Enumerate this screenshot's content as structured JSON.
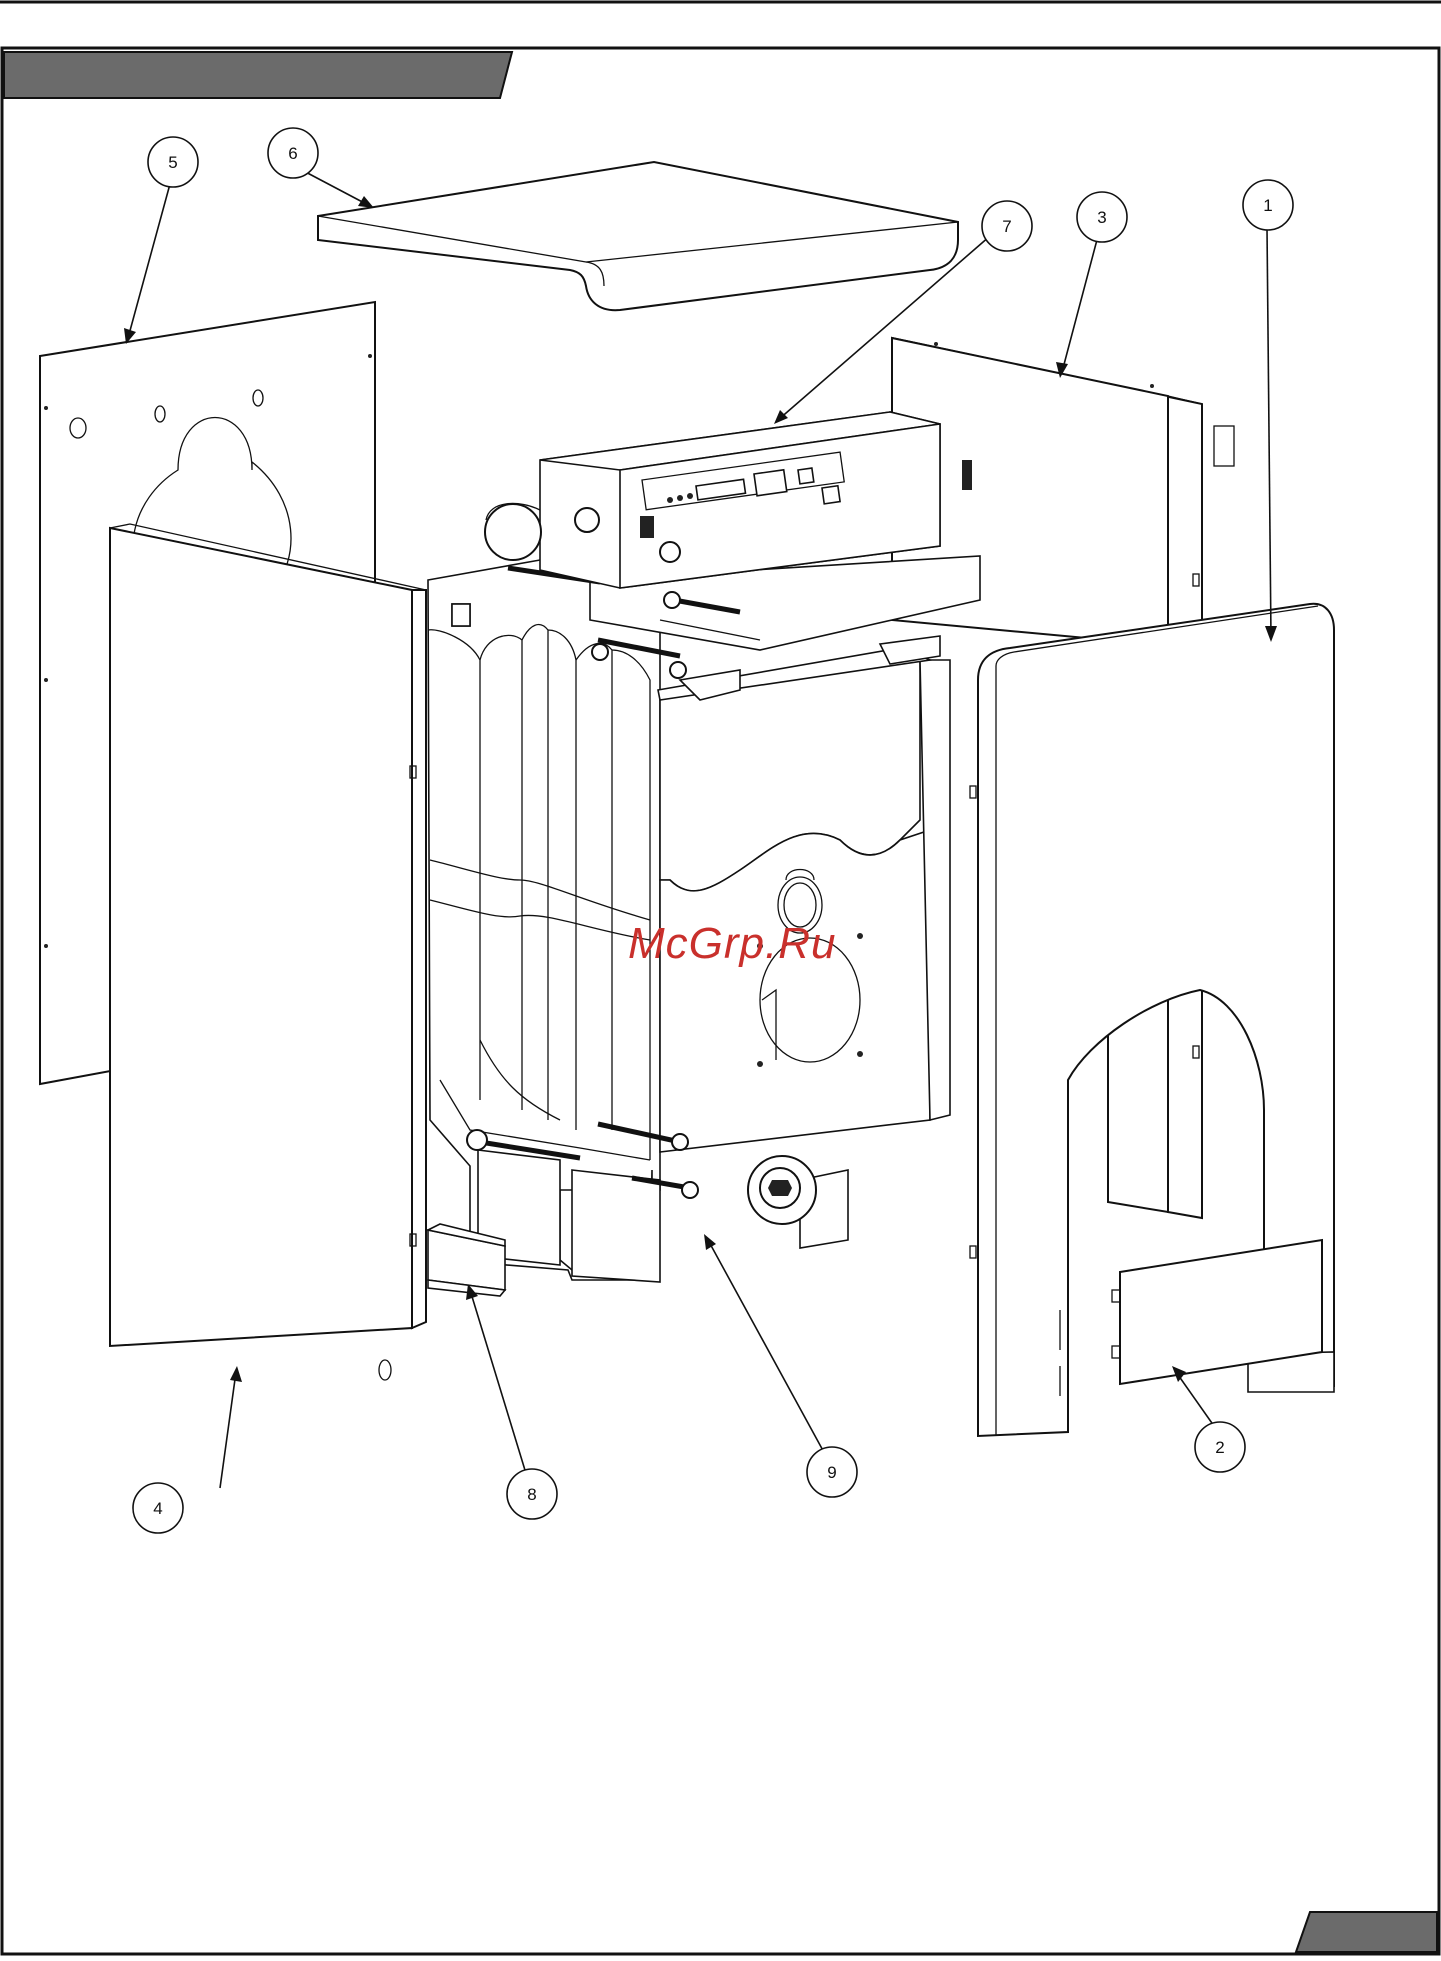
{
  "colors": {
    "line": "#111111",
    "header_tab": "#6b6b6b",
    "watermark": "#c9302c",
    "background": "#ffffff"
  },
  "watermark": {
    "text": "McGrp.Ru"
  },
  "callouts": [
    {
      "id": "1",
      "label": "1"
    },
    {
      "id": "2",
      "label": "2"
    },
    {
      "id": "3",
      "label": "3"
    },
    {
      "id": "4",
      "label": "4"
    },
    {
      "id": "5",
      "label": "5"
    },
    {
      "id": "6",
      "label": "6"
    },
    {
      "id": "7",
      "label": "7"
    },
    {
      "id": "8",
      "label": "8"
    },
    {
      "id": "9",
      "label": "9"
    }
  ]
}
